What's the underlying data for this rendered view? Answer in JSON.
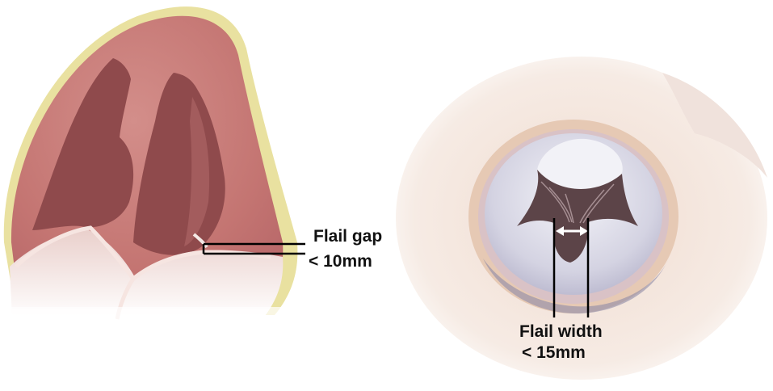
{
  "annotations": {
    "flail_gap": {
      "title": "Flail gap",
      "limit": "< 10mm"
    },
    "flail_width": {
      "title": "Flail width",
      "limit": "< 15mm"
    }
  },
  "colors": {
    "myocardium": "#c97c78",
    "chamber": "#8f4a4c",
    "pericardium": "#e9e1a0",
    "valve_leaflet": "#dcdce8",
    "annulus_ring": "#e6c9b4",
    "background": "#ffffff",
    "label_text": "#111111"
  }
}
